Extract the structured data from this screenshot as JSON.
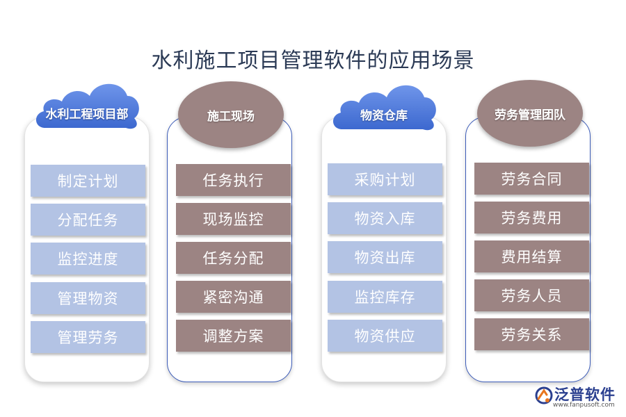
{
  "title": "水利施工项目管理软件的应用场景",
  "colors": {
    "light_box": "#b3c3e4",
    "dark_box": "#9c8483",
    "cloud_blue": "#4a79d8",
    "border_blue": "#3b5bb8",
    "title": "#2b3a55"
  },
  "columns": [
    {
      "header": "水利工程项目部",
      "header_shape": "cloud",
      "items": [
        "制定计划",
        "分配任务",
        "监控进度",
        "管理物资",
        "管理劳务"
      ]
    },
    {
      "header": "施工现场",
      "header_shape": "oval",
      "items": [
        "任务执行",
        "现场监控",
        "任务分配",
        "紧密沟通",
        "调整方案"
      ]
    },
    {
      "header": "物资仓库",
      "header_shape": "cloud",
      "items": [
        "采购计划",
        "物资入库",
        "物资出库",
        "监控库存",
        "物资供应"
      ]
    },
    {
      "header": "劳务管理团队",
      "header_shape": "oval",
      "items": [
        "劳务合同",
        "劳务费用",
        "费用结算",
        "劳务人员",
        "劳务关系"
      ]
    }
  ],
  "logo": {
    "icon": "fanpu-logo-icon",
    "name": "泛普软件",
    "url": "www.fanpusoft.com"
  }
}
